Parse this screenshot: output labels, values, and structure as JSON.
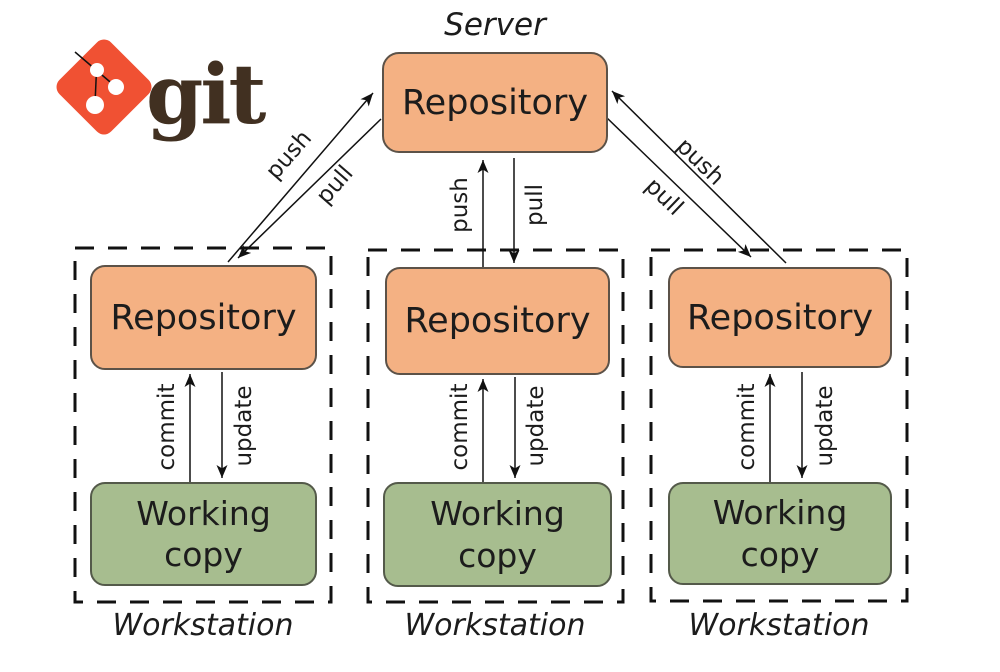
{
  "brand": {
    "name": "git"
  },
  "server": {
    "label": "Server",
    "repository_label": "Repository"
  },
  "connections": {
    "left": {
      "push": "push",
      "pull": "pull"
    },
    "center": {
      "push": "push",
      "pull": "pull"
    },
    "right": {
      "push": "push",
      "pull": "pull"
    }
  },
  "workstations": [
    {
      "label": "Workstation",
      "repository_label": "Repository",
      "working_copy_label": "Working copy",
      "commit": "commit",
      "update": "update"
    },
    {
      "label": "Workstation",
      "repository_label": "Repository",
      "working_copy_label": "Working copy",
      "commit": "commit",
      "update": "update"
    },
    {
      "label": "Workstation",
      "repository_label": "Repository",
      "working_copy_label": "Working copy",
      "commit": "commit",
      "update": "update"
    }
  ],
  "colors": {
    "repository_fill": "#F4B183",
    "working_copy_fill": "#A7BD8F",
    "git_logo_orange": "#F05133",
    "git_wordmark_brown": "#413021",
    "line_color": "#111111"
  }
}
